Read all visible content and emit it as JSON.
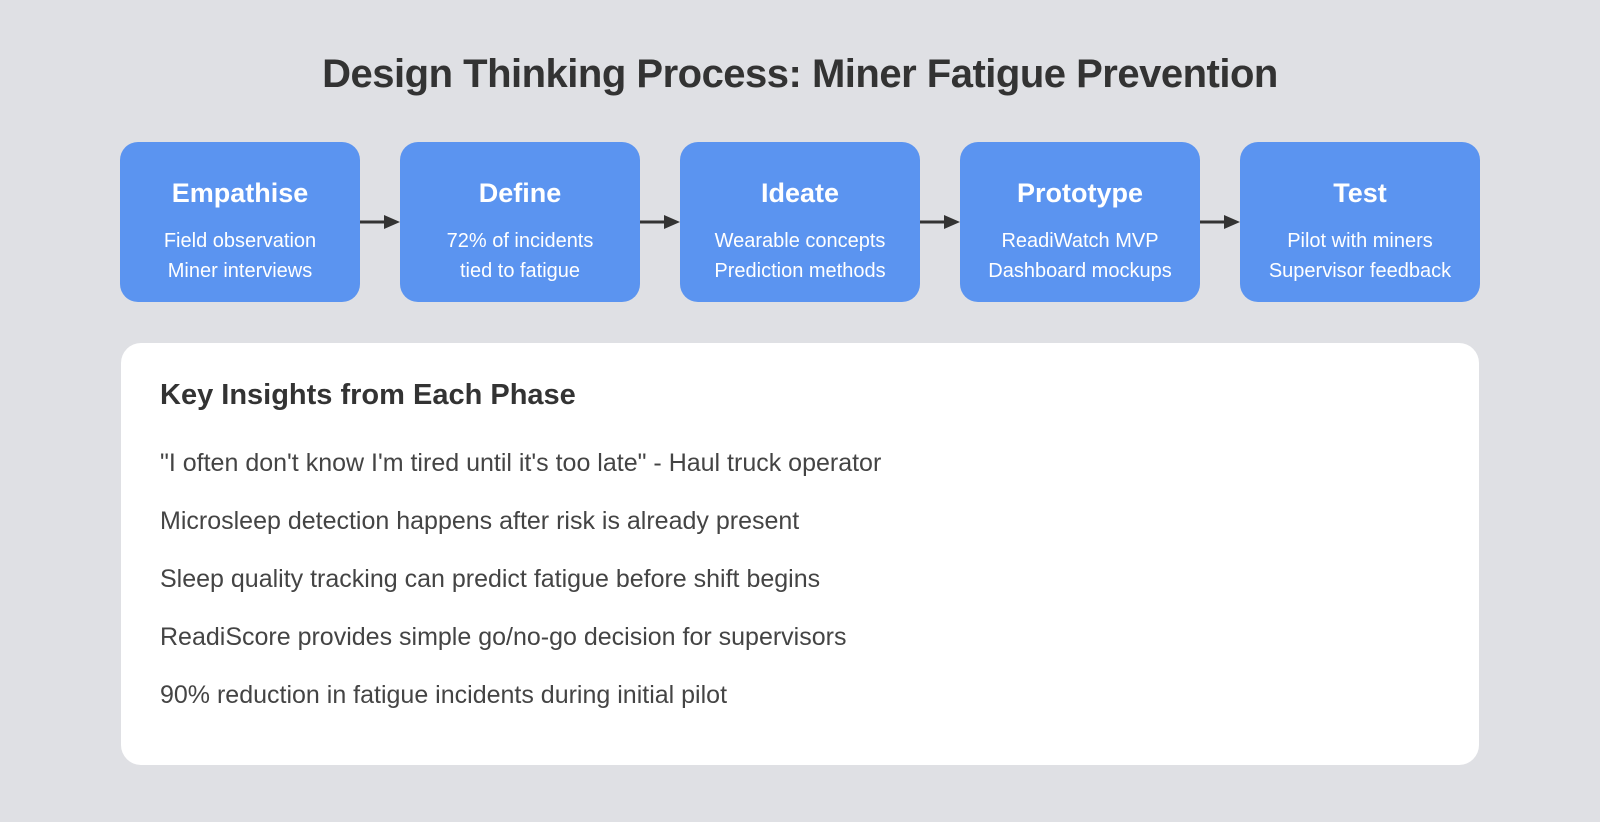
{
  "title": "Design Thinking Process: Miner Fatigue Prevention",
  "phases": [
    {
      "name": "Empathise",
      "lines": [
        "Field observation",
        "Miner interviews"
      ]
    },
    {
      "name": "Define",
      "lines": [
        "72% of incidents",
        "tied to fatigue"
      ]
    },
    {
      "name": "Ideate",
      "lines": [
        "Wearable concepts",
        "Prediction methods"
      ]
    },
    {
      "name": "Prototype",
      "lines": [
        "ReadiWatch MVP",
        "Dashboard mockups"
      ]
    },
    {
      "name": "Test",
      "lines": [
        "Pilot with miners",
        "Supervisor feedback"
      ]
    }
  ],
  "insights": {
    "title": "Key Insights from Each Phase",
    "items": [
      "\"I often don't know I'm tired until it's too late\" - Haul truck operator",
      "Microsleep detection happens after risk is already present",
      "Sleep quality tracking can predict fatigue before shift begins",
      "ReadiScore provides simple go/no-go decision for supervisors",
      "90% reduction in fatigue incidents during initial pilot"
    ]
  },
  "colors": {
    "background": "#dfe0e4",
    "phase_box": "#5b94f0",
    "arrow": "#333333",
    "panel": "#ffffff",
    "text": "#333333"
  }
}
